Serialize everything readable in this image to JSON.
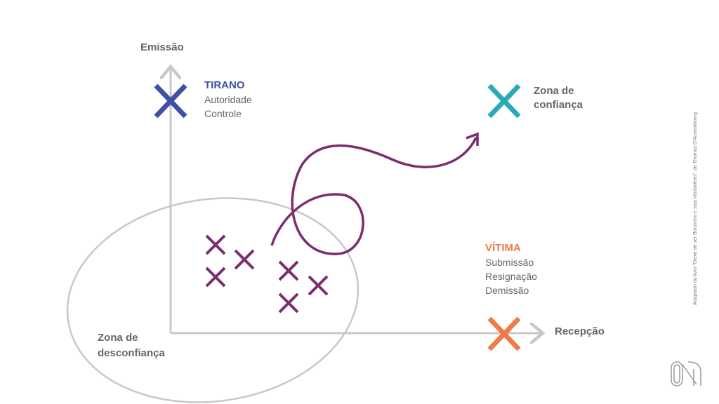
{
  "axes": {
    "y_label": "Emissão",
    "x_label": "Recepção"
  },
  "tirano": {
    "title": "TIRANO",
    "lines": [
      "Autoridade",
      "Controle"
    ],
    "color": "#3f51a5"
  },
  "vitima": {
    "title": "VÍTIMA",
    "lines": [
      "Submissão",
      "Resignação",
      "Demissão"
    ],
    "color": "#ef7a4a"
  },
  "zona_confianca": {
    "lines": [
      "Zona de",
      "confiança"
    ],
    "color": "#2aaab8"
  },
  "zona_desconfianca": {
    "lines": [
      "Zona de",
      "desconfiança"
    ]
  },
  "cluster_color": "#7b2d6e",
  "credit": "Adaptado do livro \"Deixe de ser Bonzinho e seja Verdadeiro\", de Thomas D'Ansembourg"
}
